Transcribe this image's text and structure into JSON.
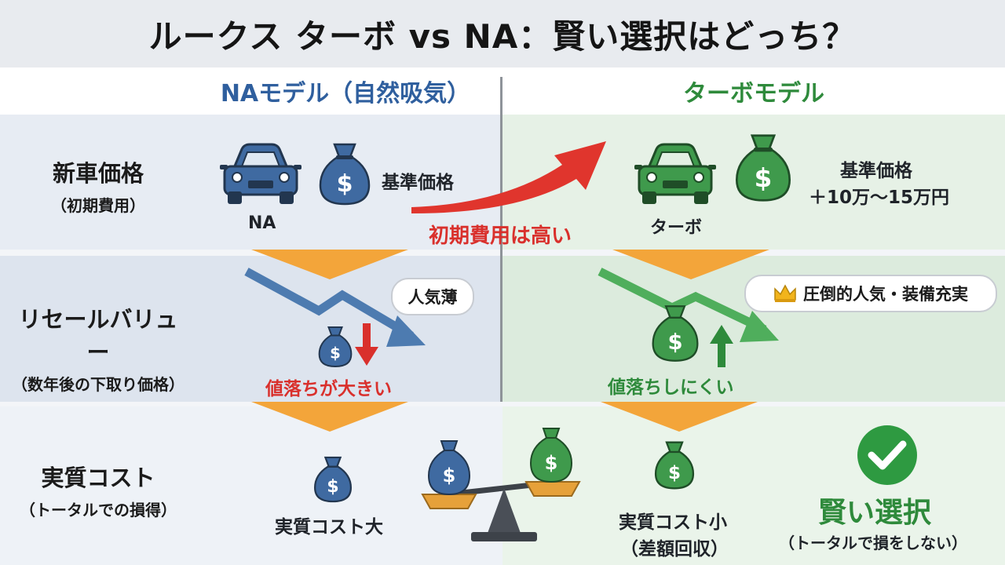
{
  "title": "ルークス ターボ vs NA：賢い選択はどっち？",
  "columns": {
    "na": "NAモデル（自然吸気）",
    "turbo": "ターボモデル"
  },
  "rows": {
    "price": {
      "label": "新車価格",
      "sublabel": "（初期費用）",
      "na_car_label": "NA",
      "na_price_label": "基準価格",
      "turbo_car_label": "ターボ",
      "turbo_price_line1": "基準価格",
      "turbo_price_line2": "＋10万～15万円",
      "arrow_note": "初期費用は高い"
    },
    "resale": {
      "label": "リセールバリュー",
      "sublabel": "（数年後の下取り価格）",
      "na_bubble": "人気薄",
      "na_note": "値落ちが大きい",
      "turbo_bubble": "圧倒的人気・装備充実",
      "turbo_note": "値落ちしにくい"
    },
    "cost": {
      "label": "実質コスト",
      "sublabel": "（トータルでの損得）",
      "na_note": "実質コスト大",
      "turbo_note_line1": "実質コスト小",
      "turbo_note_line2": "（差額回収）",
      "verdict": "賢い選択",
      "verdict_sub": "（トータルで損をしない）"
    }
  },
  "icons": [
    "car-icon",
    "money-bag-icon",
    "trend-arrow-icon",
    "crown-icon",
    "balance-scale-icon",
    "checkmark-icon"
  ],
  "colors": {
    "na_blue": "#3f6aa1",
    "turbo_green": "#3f9a4c",
    "accent_red": "#d9302c",
    "chevron_orange": "#f3a53a"
  }
}
